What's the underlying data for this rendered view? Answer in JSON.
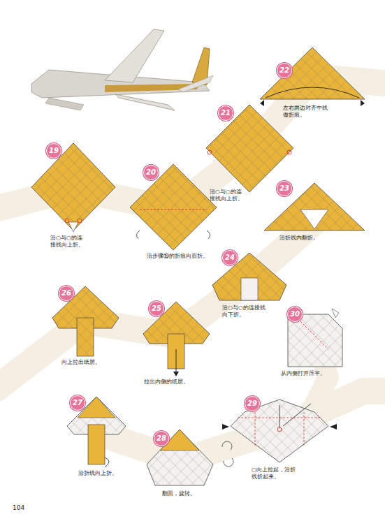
{
  "diagram": {
    "nodes": [
      {
        "text": [
          "19"
        ]
      },
      {
        "text": [
          "20"
        ]
      },
      {
        "text": [
          "21"
        ]
      },
      {
        "text": [
          "22"
        ]
      },
      {
        "text": [
          "23"
        ]
      },
      {
        "text": [
          "24"
        ]
      },
      {
        "text": [
          "26"
        ]
      },
      {
        "text": [
          "25"
        ]
      },
      {
        "text": [
          "30"
        ]
      },
      {
        "text": [
          "27"
        ]
      },
      {
        "text": [
          "28"
        ]
      },
      {
        "text": [
          "29"
        ]
      }
    ],
    "labels": [
      "沿○与○的连接线向上折。",
      "沿步骤⑲的折痕向后折。",
      "沿○与○的连接线向上折。",
      "左右两边对齐中线做折痕。",
      "沿折线内翻折。",
      "沿○与○的连接线向下折。",
      "向上拉出纸层。",
      "拉出内侧的纸层。",
      "从内侧打开压平。",
      "沿折线向上折。",
      "翻面，旋转。",
      "○向上拉起，沿折线折起来。",
      "104"
    ]
  }
}
